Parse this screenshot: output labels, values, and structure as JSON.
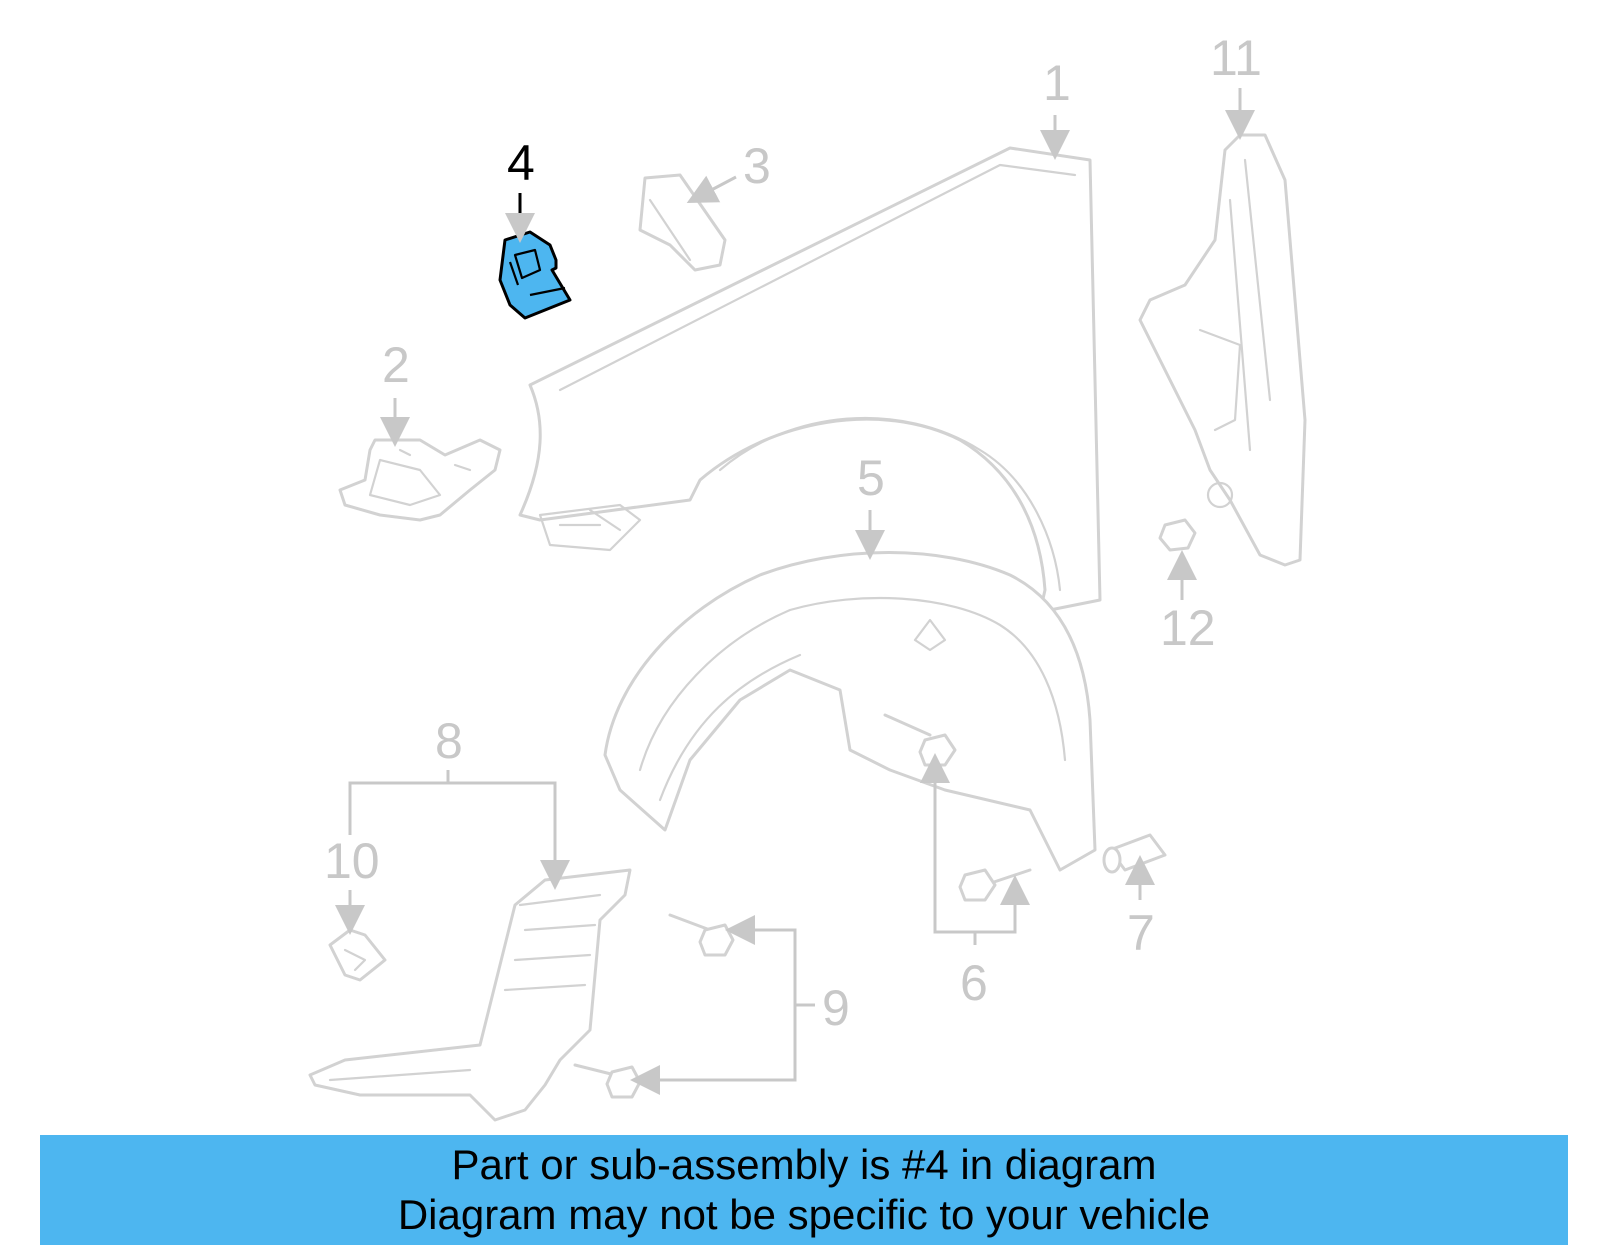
{
  "callouts": {
    "c1": "1",
    "c2": "2",
    "c3": "3",
    "c4": "4",
    "c5": "5",
    "c6": "6",
    "c7": "7",
    "c8": "8",
    "c9": "9",
    "c10": "10",
    "c11": "11",
    "c12": "12"
  },
  "highlighted_part": "4",
  "colors": {
    "highlight": "#4db6f0",
    "line_art": "#d2d2d2",
    "callout_gray": "#c8c8c8",
    "banner": "#4db6f0"
  },
  "banner": {
    "line1": "Part or sub-assembly is #4 in diagram",
    "line2": "Diagram may not be specific to your vehicle"
  }
}
